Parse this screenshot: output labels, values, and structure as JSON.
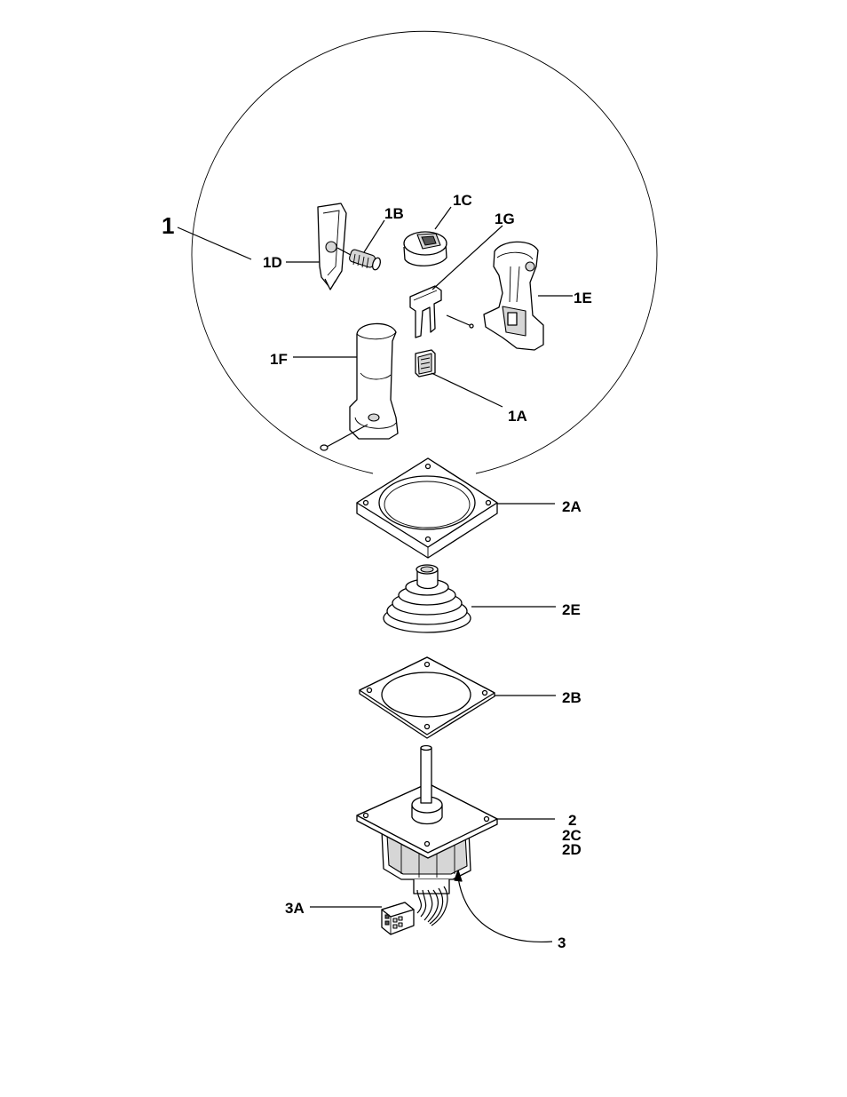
{
  "labels": {
    "l1": "1",
    "l1A": "1A",
    "l1B": "1B",
    "l1C": "1C",
    "l1D": "1D",
    "l1E": "1E",
    "l1F": "1F",
    "l1G": "1G",
    "l2A": "2A",
    "l2E": "2E",
    "l2B": "2B",
    "l2": "2",
    "l2C": "2C",
    "l2D": "2D",
    "l3A": "3A",
    "l3": "3"
  }
}
